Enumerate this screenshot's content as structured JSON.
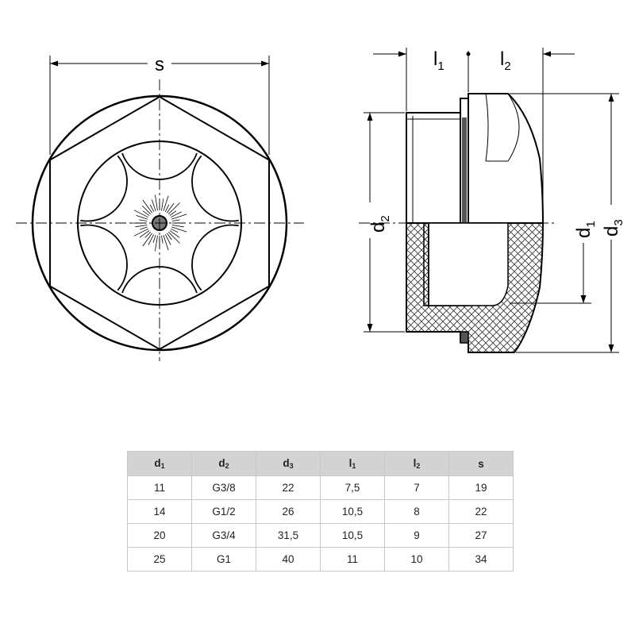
{
  "labels": {
    "s": "s",
    "l1_main": "l",
    "l1_sub": "1",
    "l2_main": "l",
    "l2_sub": "2",
    "d1_main": "d",
    "d1_sub": "1",
    "d2_main": "d",
    "d2_sub": "2",
    "d3_main": "d",
    "d3_sub": "3"
  },
  "table": {
    "headers": [
      {
        "main": "d",
        "sub": "1"
      },
      {
        "main": "d",
        "sub": "2"
      },
      {
        "main": "d",
        "sub": "3"
      },
      {
        "main": "l",
        "sub": "1"
      },
      {
        "main": "l",
        "sub": "2"
      },
      {
        "main": "s",
        "sub": ""
      }
    ],
    "rows": [
      [
        "11",
        "G3/8",
        "22",
        "7,5",
        "7",
        "19"
      ],
      [
        "14",
        "G1/2",
        "26",
        "10,5",
        "8",
        "22"
      ],
      [
        "20",
        "G3/4",
        "31,5",
        "10,5",
        "9",
        "27"
      ],
      [
        "25",
        "G1",
        "40",
        "11",
        "10",
        "34"
      ]
    ]
  }
}
